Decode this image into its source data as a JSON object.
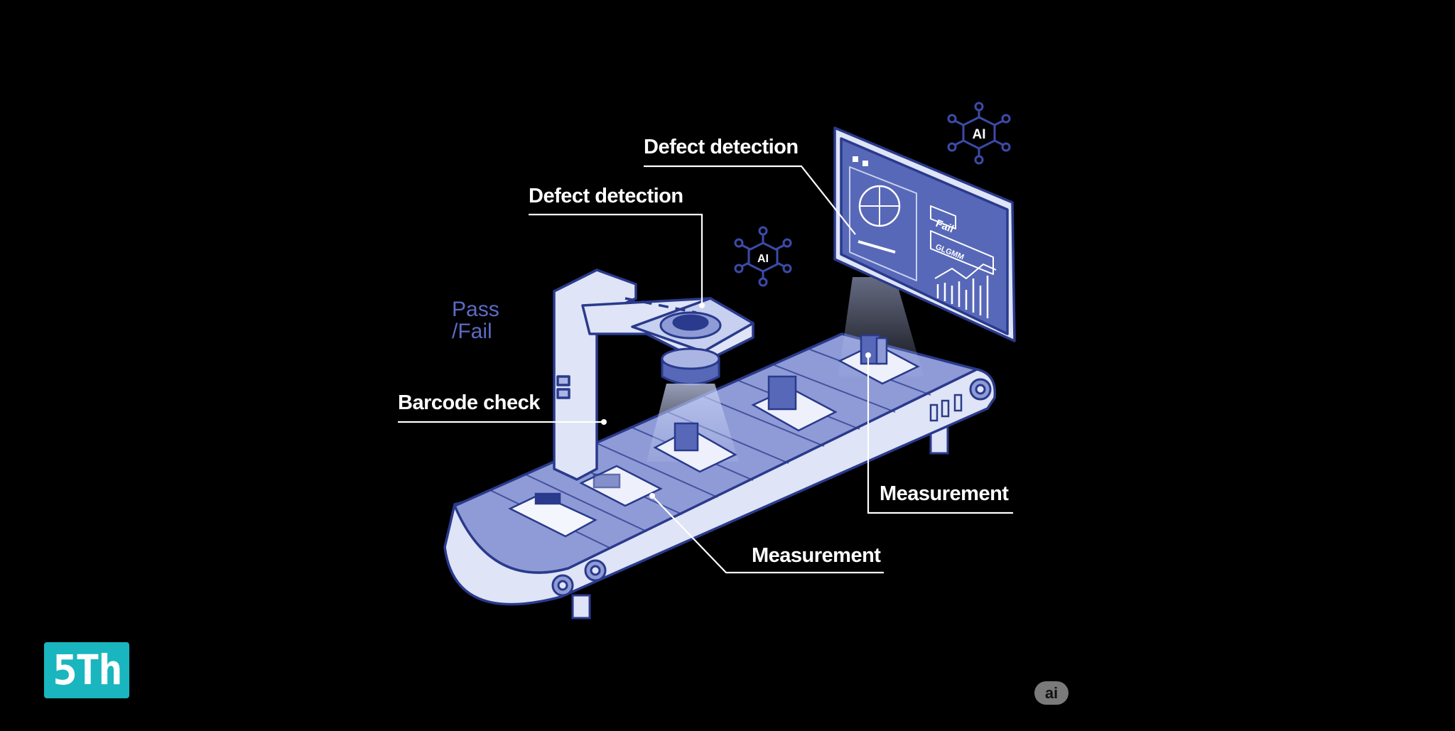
{
  "labels": {
    "defect_top": "Defect detection",
    "defect_mid": "Defect detection",
    "pass_fail": "Pass\n/Fail",
    "barcode": "Barcode check",
    "measurement_right": "Measurement",
    "measurement_bottom": "Measurement"
  },
  "ai_chips": {
    "camera_chip": "AI",
    "monitor_chip": "AI"
  },
  "monitor": {
    "status": "Fail",
    "code": "GLGMM"
  },
  "brand": {
    "logo_text": "5Th"
  },
  "watermark": {
    "badge": "ai"
  },
  "colors": {
    "background": "#000000",
    "line_art": "#2a3a8c",
    "fill_light": "#dfe4f6",
    "fill_mid": "#aab5e3",
    "screen": "#5868b8",
    "label_text": "#ffffff",
    "pass_fail_text": "#5b6bc4",
    "brand": "#19b6bf"
  }
}
